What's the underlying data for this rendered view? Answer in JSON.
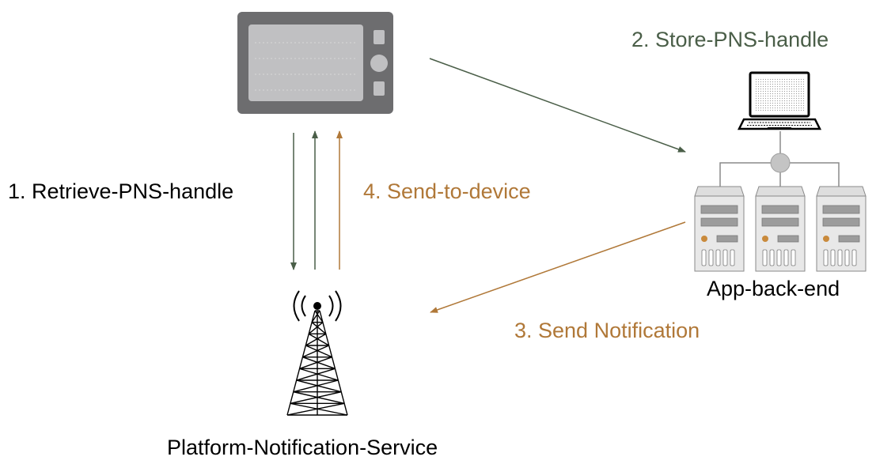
{
  "colors": {
    "green": "#4a5e48",
    "brown": "#b07838",
    "device_body": "#6d6d6f",
    "device_screen": "#c0c0c2",
    "black": "#000000"
  },
  "icons": {
    "device": "tablet-device-icon",
    "laptop": "laptop-icon",
    "servers": "server-rack-icon",
    "tower": "radio-tower-icon"
  },
  "labels": {
    "retrieve": "1. Retrieve-PNS-handle",
    "store": "2. Store-PNS-handle",
    "send_notification": "3. Send Notification",
    "send_to_device": "4. Send-to-device",
    "app_back_end": "App-back-end",
    "pns": "Platform-Notification-Service"
  }
}
